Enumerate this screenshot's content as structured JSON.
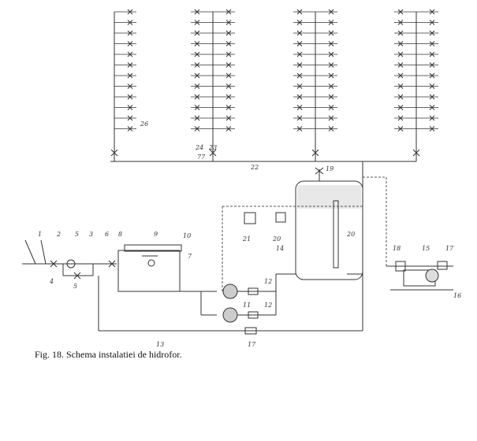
{
  "caption": "Fig. 18. Schema instalatiei de hidrofor.",
  "labels": {
    "l1": "1",
    "l2": "2",
    "l3": "3",
    "l4": "4",
    "l5a": "5",
    "l5b": "5",
    "l6": "6",
    "l7": "7",
    "l8": "8",
    "l9": "9",
    "l10": "10",
    "l11": "11",
    "l12a": "12",
    "l12b": "12",
    "l13": "13",
    "l14": "14",
    "l15": "15",
    "l16": "16",
    "l17a": "17",
    "l17b": "17",
    "l18": "18",
    "l19": "19",
    "l20a": "20",
    "l20b": "20",
    "l21": "21",
    "l22": "22",
    "l23": "23",
    "l24": "24",
    "l26": "26",
    "l77": "77"
  },
  "risers": {
    "count": 4,
    "taps_per_riser": 12
  },
  "colors": {
    "line": "#333333",
    "dashed": "#555555",
    "fill": "#e8e8e8"
  }
}
